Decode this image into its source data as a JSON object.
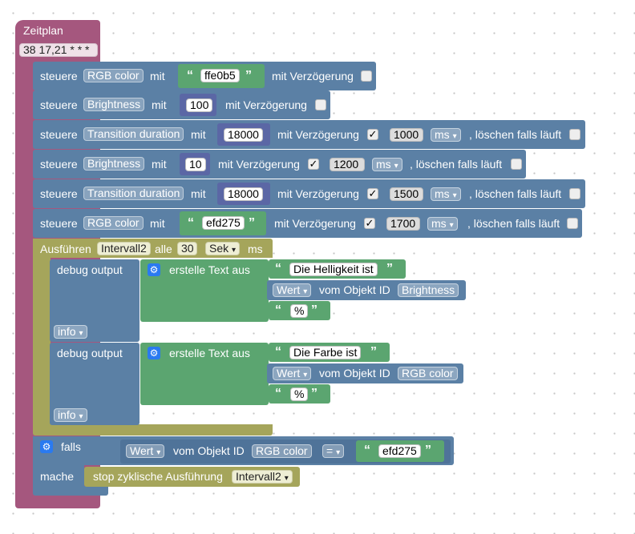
{
  "hat": {
    "title": "Zeitplan",
    "schedule": "38 17,21 * * *"
  },
  "blocks": [
    {
      "verb": "steuere",
      "target": "RGB color",
      "mit": "mit",
      "value": "ffe0b5",
      "delay_label": "mit Verzögerung"
    },
    {
      "verb": "steuere",
      "target": "Brightness",
      "mit": "mit",
      "value": "100",
      "delay_label": "mit Verzögerung"
    },
    {
      "verb": "steuere",
      "target": "Transition duration",
      "mit": "mit",
      "value": "18000",
      "delay_label": "mit Verzögerung",
      "delay": "1000",
      "unit": "ms",
      "clear_label": ", löschen falls läuft"
    },
    {
      "verb": "steuere",
      "target": "Brightness",
      "mit": "mit",
      "value": "10",
      "delay_label": "mit Verzögerung",
      "delay": "1200",
      "unit": "ms",
      "clear_label": ", löschen falls läuft"
    },
    {
      "verb": "steuere",
      "target": "Transition duration",
      "mit": "mit",
      "value": "18000",
      "delay_label": "mit Verzögerung",
      "delay": "1500",
      "unit": "ms",
      "clear_label": ", löschen falls läuft"
    },
    {
      "verb": "steuere",
      "target": "RGB color",
      "mit": "mit",
      "value": "efd275",
      "delay_label": "mit Verzögerung",
      "delay": "1700",
      "unit": "ms",
      "clear_label": ", löschen falls läuft"
    }
  ],
  "interval": {
    "label": "Ausführen",
    "name": "Intervall2",
    "alle": "alle",
    "value": "30",
    "unit": "Sek",
    "ms": "ms"
  },
  "debug": [
    {
      "label": "debug output",
      "create_text": "erstelle Text aus",
      "text1": "Die Helligkeit ist",
      "wert": "Wert",
      "vom": "vom Objekt ID",
      "object": "Brightness",
      "text2": "%",
      "level": "info"
    },
    {
      "label": "debug output",
      "create_text": "erstelle Text aus",
      "text1": "Die Farbe ist",
      "wert": "Wert",
      "vom": "vom Objekt ID",
      "object": "RGB color",
      "text2": "%",
      "level": "info"
    }
  ],
  "if_block": {
    "falls": "falls",
    "wert": "Wert",
    "vom": "vom Objekt ID",
    "object": "RGB color",
    "op": "=",
    "value": "efd275",
    "mache": "mache",
    "stop": "stop zyklische Ausführung",
    "stop_name": "Intervall2"
  },
  "icons": {
    "checked": "✓",
    "dropdown": "▾",
    "quote_open": "“",
    "quote_close": "”",
    "gear": "⚙"
  },
  "colors": {
    "event": "#a5577e",
    "action": "#5b80a5",
    "interval": "#a5a55b",
    "text": "#5ba570",
    "number": "#5b67a5",
    "mutator": "#2a7af0"
  }
}
